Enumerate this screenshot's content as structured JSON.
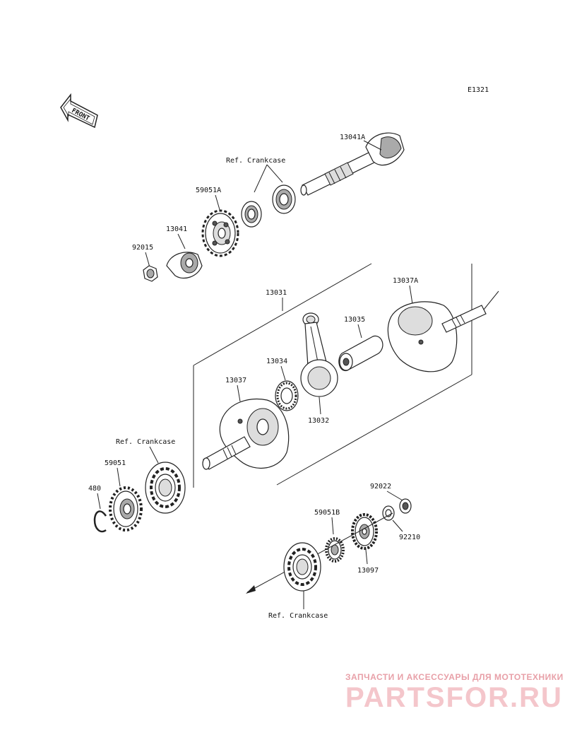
{
  "diagram_code": "E1321",
  "front_marker": "FRONT",
  "labels": {
    "p13041A": "13041A",
    "ref_crankcase_top": "Ref. Crankcase",
    "p59051A": "59051A",
    "p13041": "13041",
    "p92015": "92015",
    "p13031": "13031",
    "p13037A": "13037A",
    "p13035": "13035",
    "p13034": "13034",
    "p13037": "13037",
    "p13032": "13032",
    "ref_crankcase_left": "Ref. Crankcase",
    "p59051": "59051",
    "p480": "480",
    "p92022": "92022",
    "p59051B": "59051B",
    "p92210": "92210",
    "p13097": "13097",
    "ref_crankcase_bottom": "Ref. Crankcase"
  },
  "watermark": {
    "tagline": "ЗАПЧАСТИ И АКСЕССУАРЫ ДЛЯ МОТОТЕХНИКИ",
    "logo": "PARTSFOR.RU"
  }
}
